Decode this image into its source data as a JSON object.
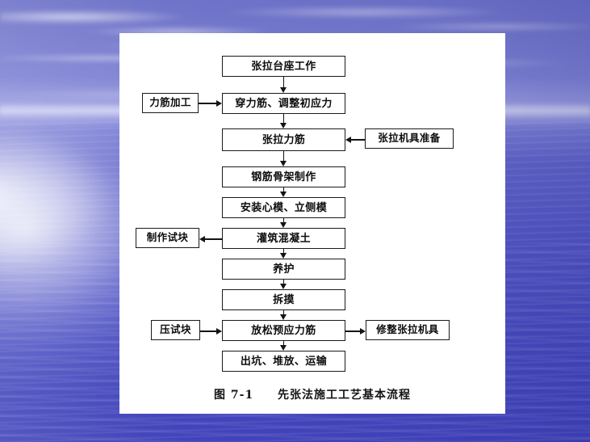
{
  "slide": {
    "background_theme": "ocean-blue-photo",
    "background_colors": {
      "sky_top": "#6f73c9",
      "horizon_haze": "#b3b5e8",
      "water_mid": "#5a5dc6",
      "water_bottom": "#4043ba",
      "panel": "#ffffff",
      "ink": "#141414"
    }
  },
  "figure": {
    "caption_number": "图 7-1",
    "caption_title": "先张法施工工艺基本流程",
    "caption_full": "图 7-1　先张法施工工艺基本流程"
  },
  "flowchart": {
    "type": "process-flow",
    "orientation": "top-to-bottom",
    "main_nodes": [
      {
        "id": "n1",
        "label": "张拉台座工作"
      },
      {
        "id": "n2",
        "label": "穿力筋、调整初应力"
      },
      {
        "id": "n3",
        "label": "张拉力筋"
      },
      {
        "id": "n4",
        "label": "钢筋骨架制作"
      },
      {
        "id": "n5",
        "label": "安装心模、立侧模"
      },
      {
        "id": "n6",
        "label": "灌筑混凝土"
      },
      {
        "id": "n7",
        "label": "养护"
      },
      {
        "id": "n8",
        "label": "拆摸"
      },
      {
        "id": "n9",
        "label": "放松预应力筋"
      },
      {
        "id": "n10",
        "label": "出坑、堆放、运输"
      }
    ],
    "side_nodes": [
      {
        "id": "s1",
        "label": "力筋加工",
        "side": "left",
        "connects_to": "n2"
      },
      {
        "id": "s2",
        "label": "张拉机具准备",
        "side": "right",
        "connects_to": "n3"
      },
      {
        "id": "s3",
        "label": "制作试块",
        "side": "left",
        "connects_from": "n6"
      },
      {
        "id": "s4",
        "label": "压试块",
        "side": "left",
        "connects_to": "n9"
      },
      {
        "id": "s5",
        "label": "修整张拉机具",
        "side": "right",
        "connects_from": "n9"
      }
    ],
    "edges": [
      {
        "from": "n1",
        "to": "n2",
        "direction": "down"
      },
      {
        "from": "n2",
        "to": "n3",
        "direction": "down"
      },
      {
        "from": "n3",
        "to": "n4",
        "direction": "down"
      },
      {
        "from": "n4",
        "to": "n5",
        "direction": "down"
      },
      {
        "from": "n5",
        "to": "n6",
        "direction": "down"
      },
      {
        "from": "n6",
        "to": "n7",
        "direction": "down"
      },
      {
        "from": "n7",
        "to": "n8",
        "direction": "down"
      },
      {
        "from": "n8",
        "to": "n9",
        "direction": "down"
      },
      {
        "from": "n9",
        "to": "n10",
        "direction": "down"
      },
      {
        "from": "s1",
        "to": "n2",
        "direction": "right"
      },
      {
        "from": "s2",
        "to": "n3",
        "direction": "left"
      },
      {
        "from": "n6",
        "to": "s3",
        "direction": "left"
      },
      {
        "from": "s4",
        "to": "n9",
        "direction": "right"
      },
      {
        "from": "n9",
        "to": "s5",
        "direction": "right"
      }
    ]
  }
}
